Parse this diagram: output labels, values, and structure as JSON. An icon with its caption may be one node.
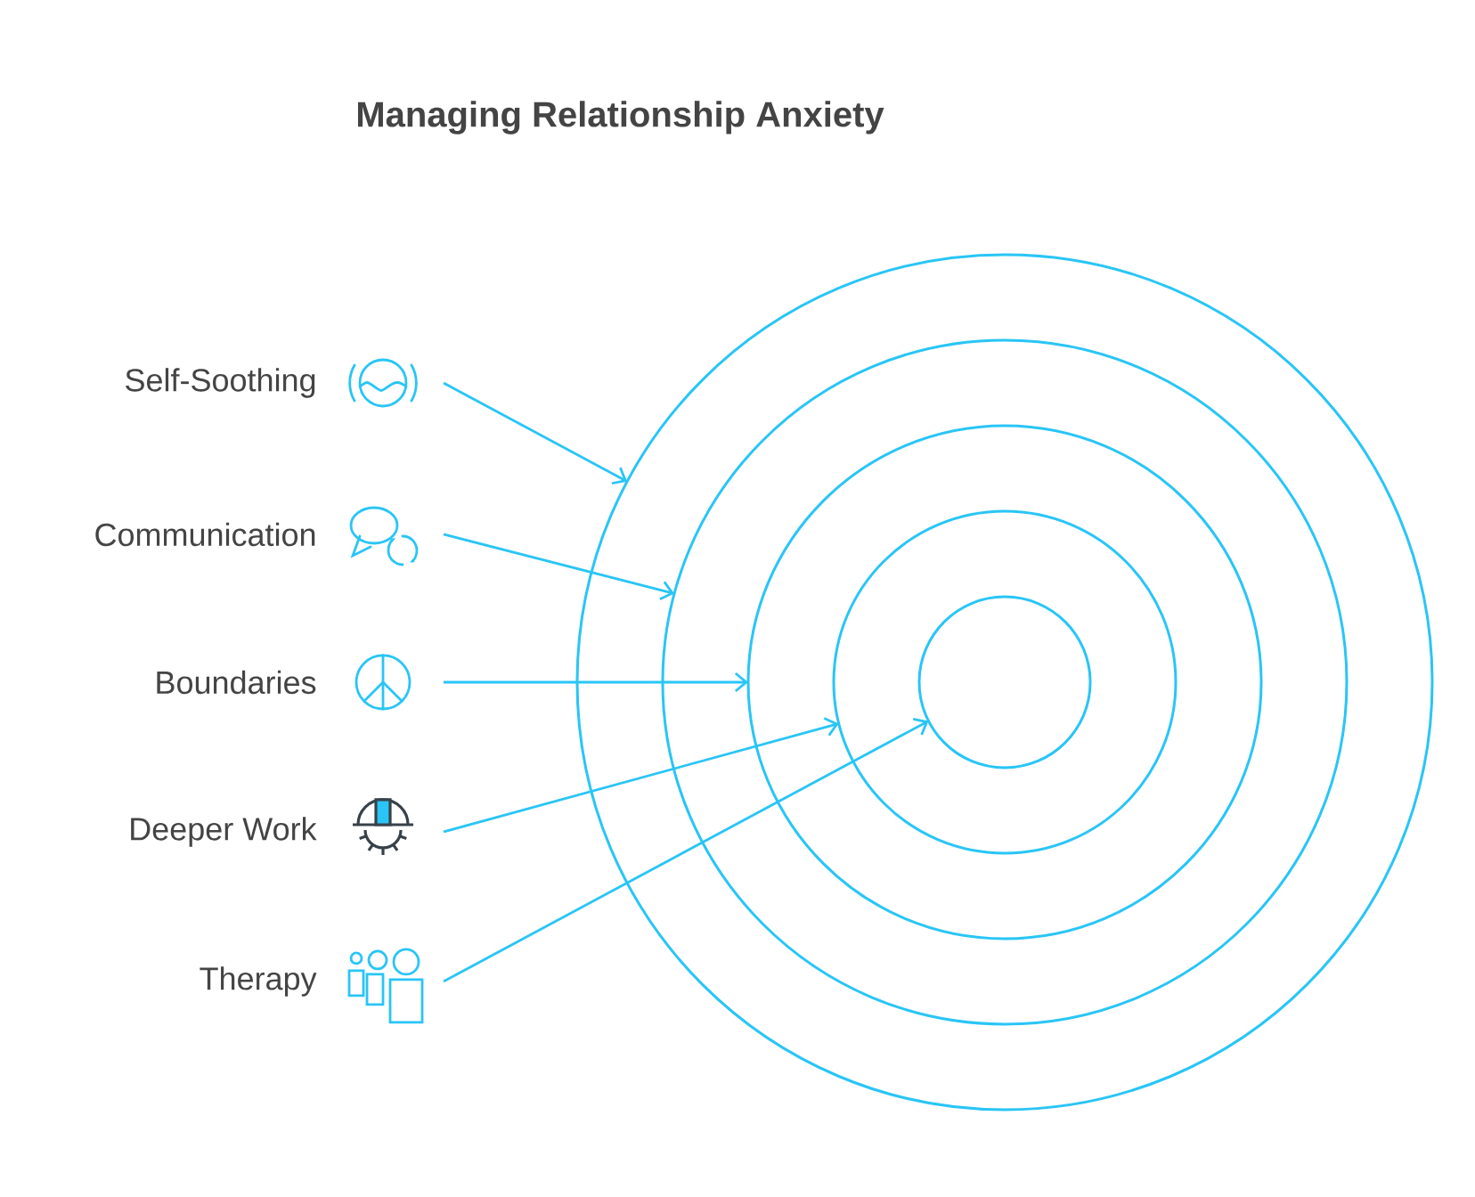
{
  "diagram": {
    "title": "Managing Relationship Anxiety",
    "nodes": [
      {
        "text": [
          "Self-Soothing"
        ]
      },
      {
        "text": [
          "Communication"
        ]
      },
      {
        "text": [
          "Boundaries"
        ]
      },
      {
        "text": [
          "Deeper Work"
        ]
      },
      {
        "text": [
          "Therapy"
        ]
      },
      {
        "text": [],
        "shape": "circle"
      },
      {
        "text": [],
        "shape": "circle",
        "in": 5
      },
      {
        "text": [],
        "shape": "circle",
        "in": 6
      },
      {
        "text": [],
        "shape": "circle",
        "in": 7
      },
      {
        "text": [],
        "shape": "circle",
        "in": 8
      }
    ],
    "edges": [
      {
        "from": 0,
        "to": 5,
        "arrow": "to"
      },
      {
        "from": 1,
        "to": 6,
        "arrow": "to"
      },
      {
        "from": 2,
        "to": 7,
        "arrow": "to"
      },
      {
        "from": 3,
        "to": 8,
        "arrow": "to"
      },
      {
        "from": 4,
        "to": 9,
        "arrow": "to"
      }
    ]
  }
}
